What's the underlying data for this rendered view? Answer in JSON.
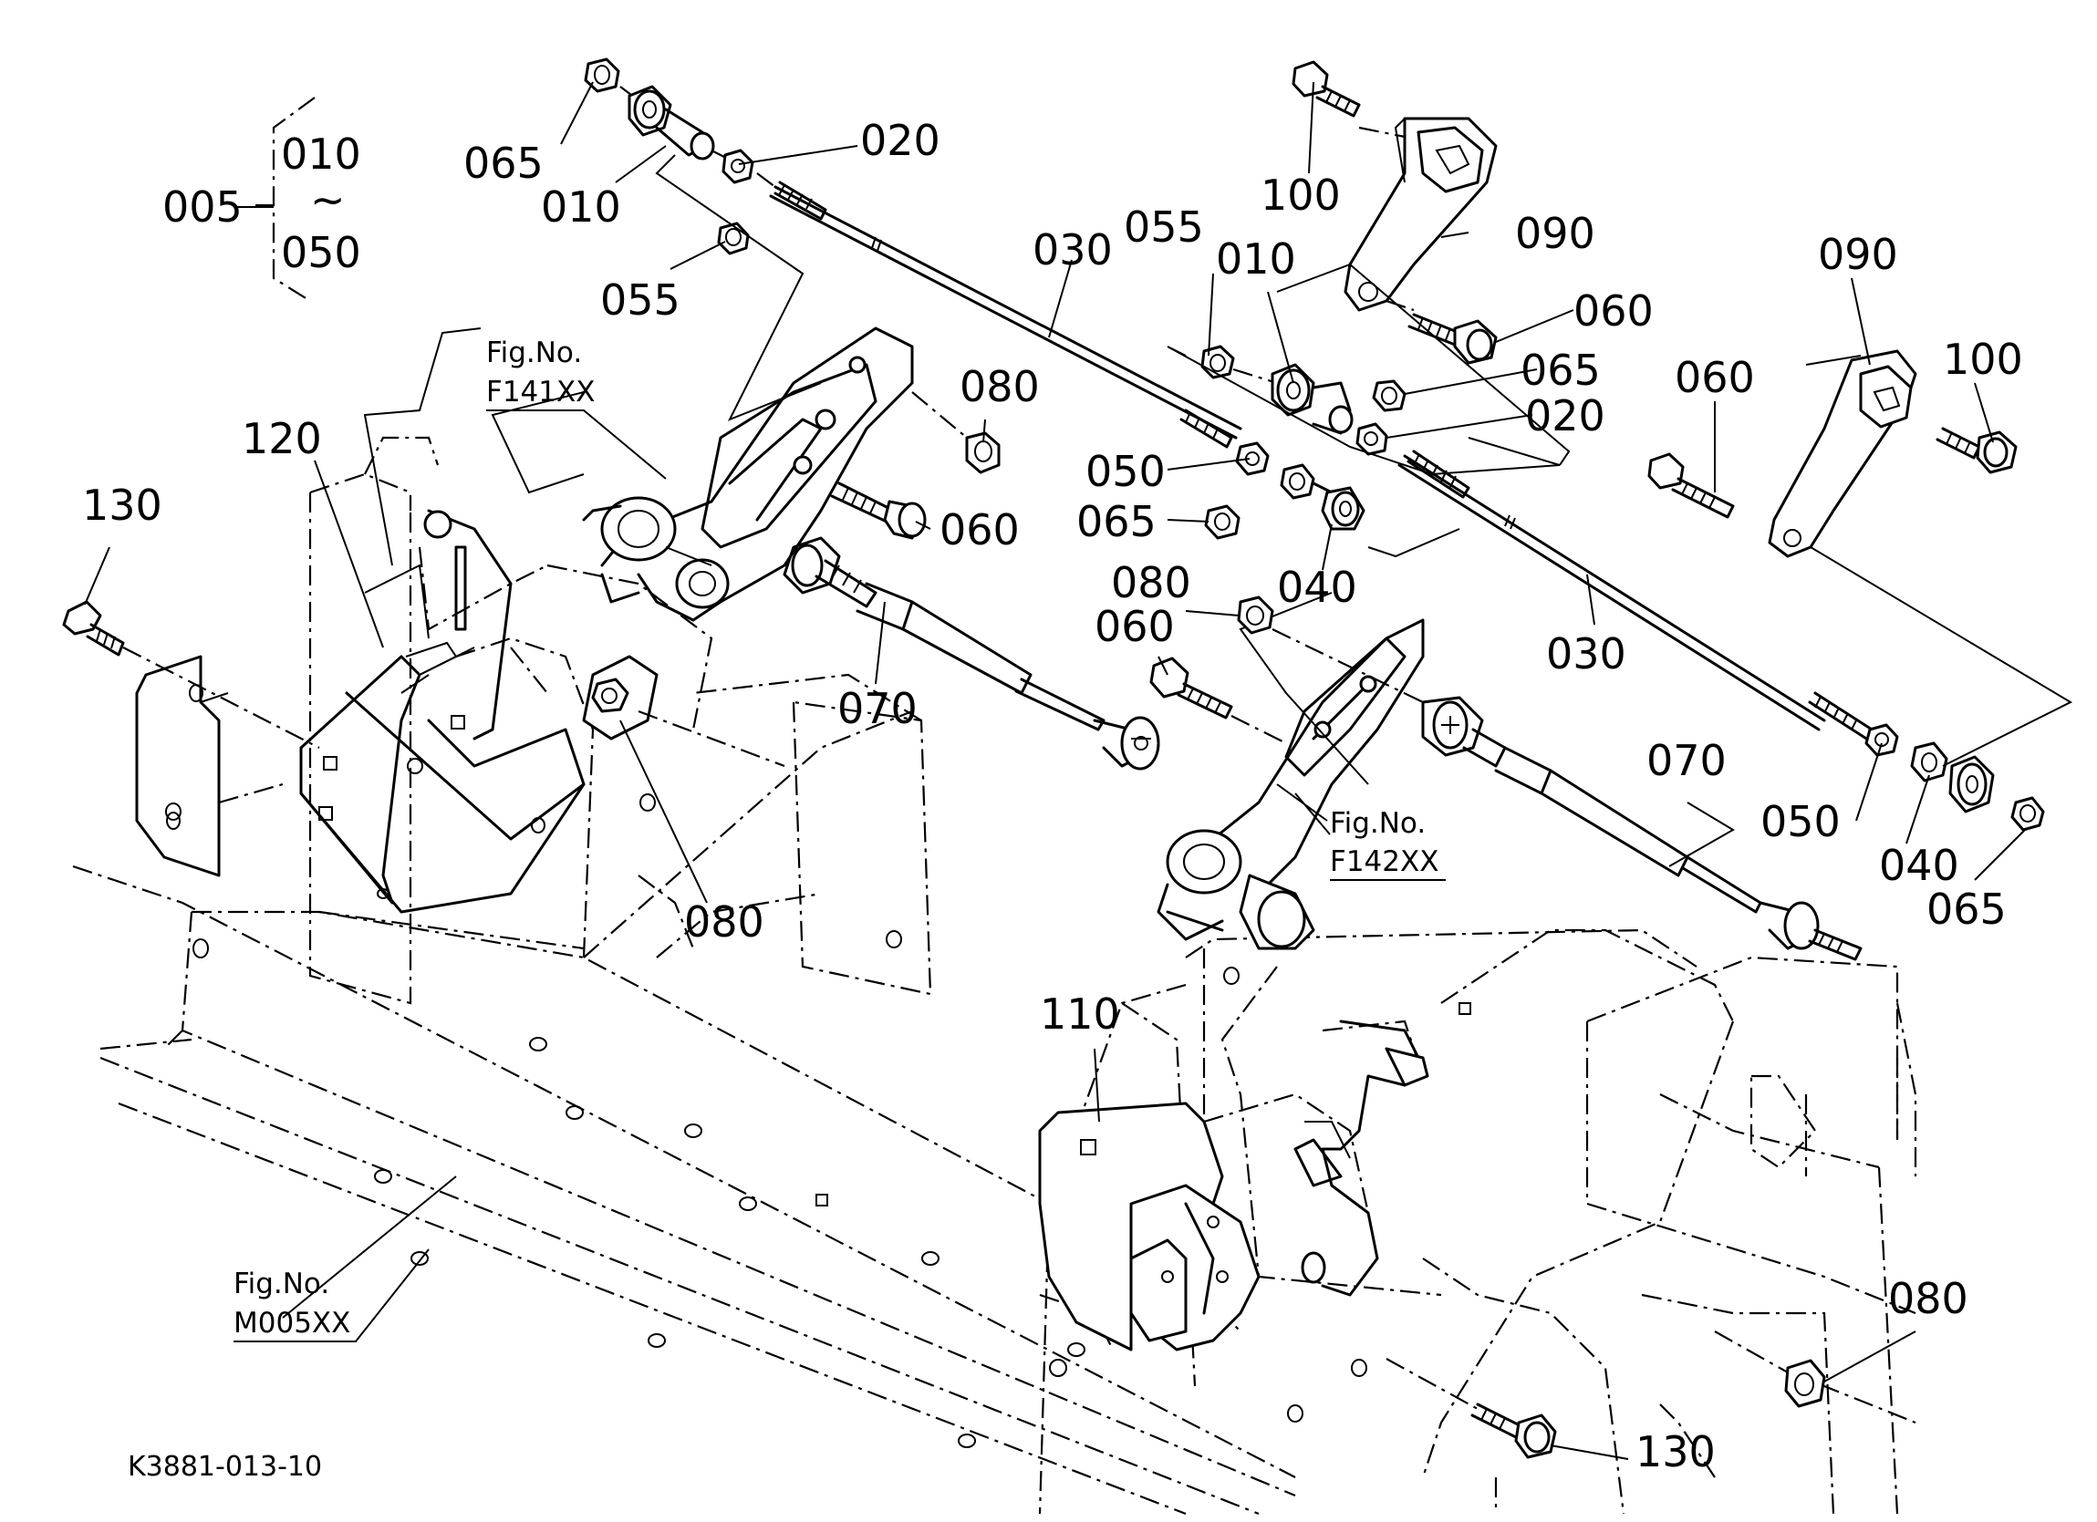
{
  "diagram_code": "K3881-013-10",
  "assembly": {
    "number": "005",
    "range_start": "010",
    "range_sep": "~",
    "range_end": "050"
  },
  "fig_refs": [
    {
      "line1": "Fig.No.",
      "line2": "F141XX"
    },
    {
      "line1": "Fig.No.",
      "line2": "F142XX"
    },
    {
      "line1": "Fig.No.",
      "line2": "M005XX"
    }
  ],
  "callouts": {
    "c065a": "065",
    "c010a": "010",
    "c020a": "020",
    "c055a": "055",
    "c030a": "030",
    "c055b": "055",
    "c010b": "010",
    "c100a": "100",
    "c090a": "090",
    "c060a": "060",
    "c065b": "065",
    "c020b": "020",
    "c090b": "090",
    "c060b": "060",
    "c100b": "100",
    "c080a": "080",
    "c050a": "050",
    "c065c": "065",
    "c040a": "040",
    "c060c": "060",
    "c080b": "080",
    "c060d": "060",
    "c070a": "070",
    "c030b": "030",
    "c120": "120",
    "c130a": "130",
    "c080c": "080",
    "c070b": "070",
    "c050b": "050",
    "c040b": "040",
    "c065d": "065",
    "c110": "110",
    "c080d": "080",
    "c130b": "130"
  }
}
